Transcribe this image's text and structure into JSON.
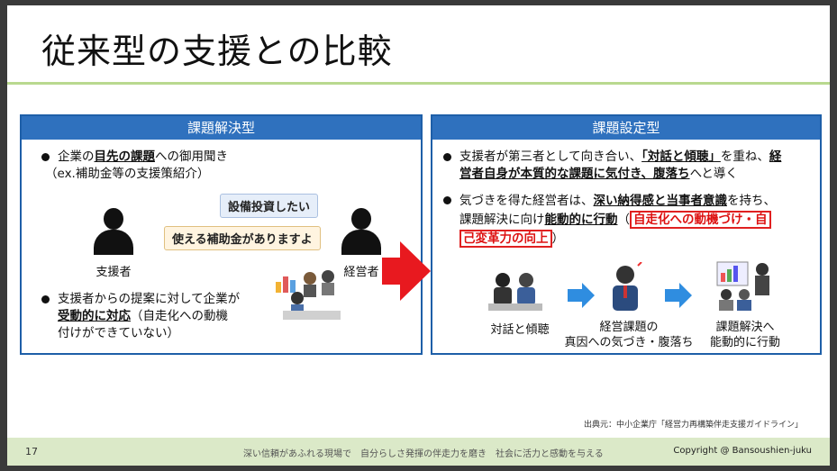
{
  "slide": {
    "title": "従来型の支援との比較",
    "page_number": "17",
    "footer_motto": "深い信頼があふれる現場で　自分らしさ発揮の伴走力を磨き　社会に活力と感動を与える",
    "copyright": "Copyright @ Bansoushien-juku",
    "source": "出典元：中小企業庁「経営力再構築伴走支援ガイドライン」"
  },
  "left_panel": {
    "header": "課題解決型",
    "bullet1": {
      "pre": "企業の",
      "emph": "目先の課題",
      "post": "への御用聞き",
      "line2": "（ex.補助金等の支援策紹介）"
    },
    "bubble_manager": "設備投資したい",
    "bubble_supporter": "使える補助金がありますよ",
    "supporter_label": "支援者",
    "manager_label": "経営者",
    "bullet2": {
      "line1": "支援者からの提案に対して企業が",
      "emph": "受動的に対応",
      "post": "（自走化への動機",
      "line3": "付けができていない）"
    }
  },
  "right_panel": {
    "header": "課題設定型",
    "bullet1": {
      "pre": "支援者が第三者として向き合い、",
      "emph1": "「対話と傾聴」",
      "mid": "を重ね、",
      "emph2": "経",
      "line2_emph": "営者自身が本質的な課題に気付き、腹落ち",
      "line2_post": "へと導く"
    },
    "bullet2": {
      "pre": "気づきを得た経営者は、",
      "emph": "深い納得感と当事者意識",
      "post": "を持ち、",
      "line2_pre": "課題解決に向け",
      "line2_emph": "能動的に行動",
      "line2_paren": "（",
      "red1": "自走化への動機づけ・自",
      "red2": "己変革力の向上",
      "close": "）"
    },
    "step1": "対話と傾聴",
    "step2_line1": "経営課題の",
    "step2_line2": "真因への気づき・腹落ち",
    "step3_line1": "課題解決へ",
    "step3_line2": "能動的に行動"
  },
  "colors": {
    "panel_header": "#2f71be",
    "accent_red": "#e8191f",
    "footer_bg": "#dbe9c8",
    "step_arrow": "#2f8de0"
  }
}
